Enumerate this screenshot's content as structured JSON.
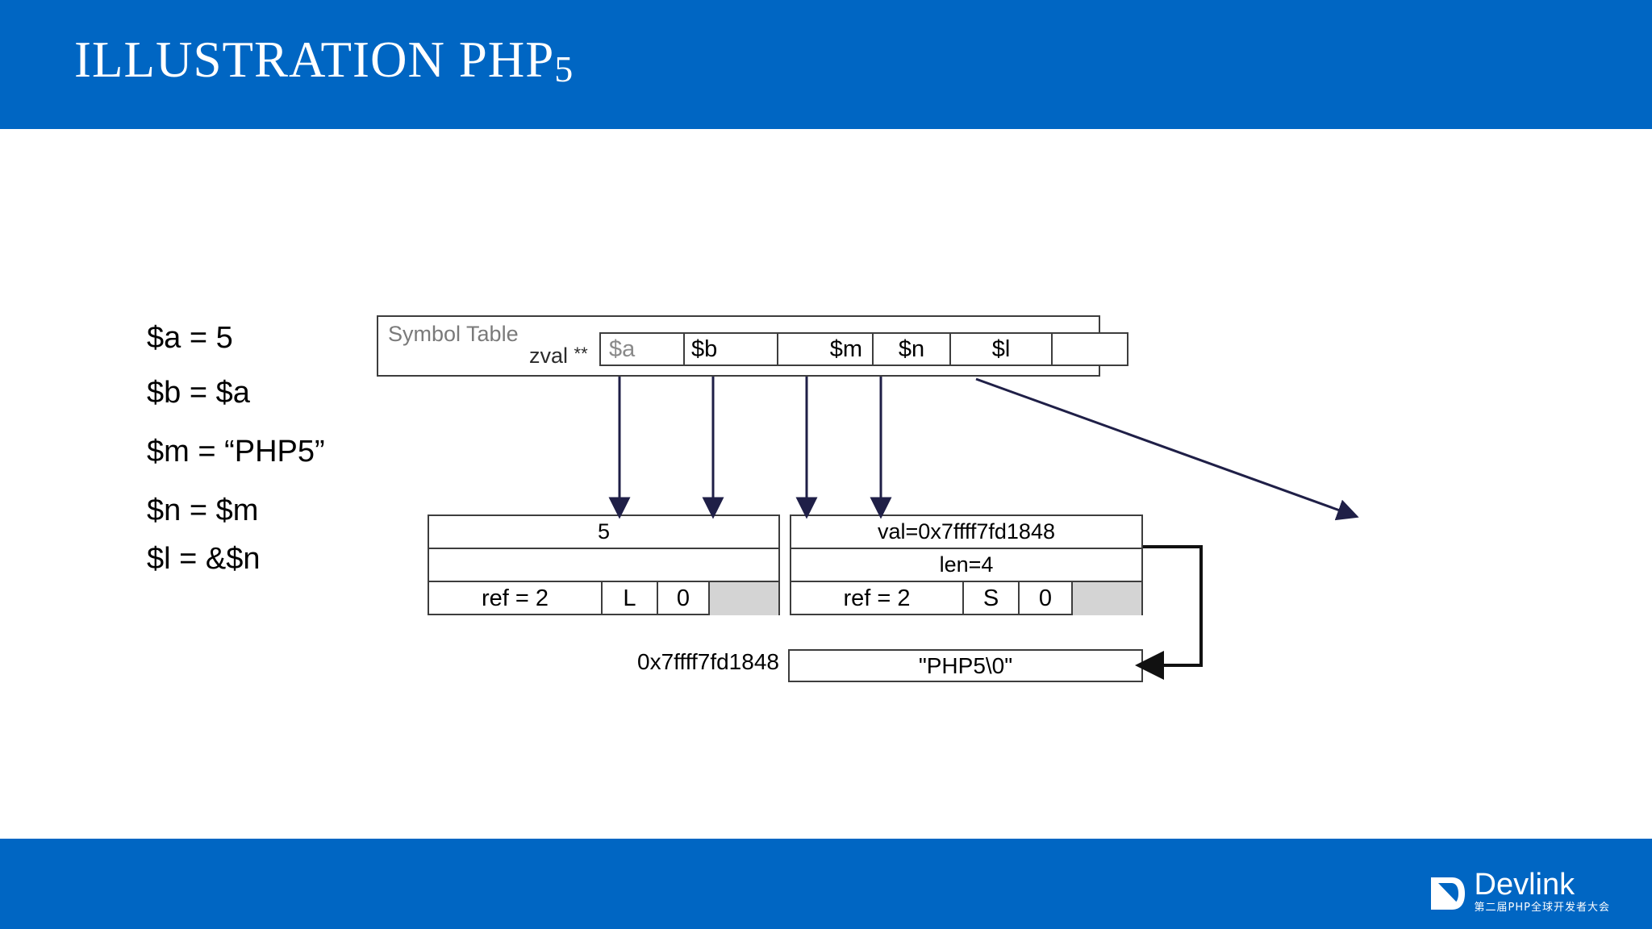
{
  "header": {
    "title_text": "ILLUSTRATION PHP",
    "title_num": "5",
    "band_color": "#0066c3"
  },
  "code": {
    "lines": [
      "$a = 5",
      "$b = $a",
      "$m = “PHP5”",
      "$n = $m",
      "$l = &$n"
    ]
  },
  "symbol_table": {
    "label": "Symbol Table",
    "pointer_label": "zval",
    "pointer_stars": "**",
    "cells": [
      {
        "name": "cell-a",
        "text": "$a"
      },
      {
        "name": "cell-b",
        "text": "$b"
      },
      {
        "name": "cell-m",
        "text": "$m"
      },
      {
        "name": "cell-n",
        "text": "$n"
      },
      {
        "name": "cell-l",
        "text": "$l"
      },
      {
        "name": "cell-empty",
        "text": ""
      }
    ]
  },
  "zval_int": {
    "value_row": "5",
    "second_row": "",
    "refcount": "ref = 2",
    "type_flag": "L",
    "gc_flag": "0",
    "pad": ""
  },
  "zval_str": {
    "value_row": "val=0x7ffff7fd1848",
    "second_row": "len=4",
    "refcount": "ref = 2",
    "type_flag": "S",
    "gc_flag": "0",
    "pad": ""
  },
  "string_memory": {
    "address": "0x7ffff7fd1848",
    "content": "\"PHP5\\0\""
  },
  "footer": {
    "logo_word": "Devlink",
    "logo_subtitle": "第二届PHP全球开发者大会",
    "band_color": "#0066c3"
  },
  "colors": {
    "brand_blue": "#0066c3",
    "arrow_navy": "#1f1f47",
    "box_border": "#3d3d3d",
    "grey_cell": "#d4d4d4",
    "muted_text": "#8a8a8a"
  }
}
